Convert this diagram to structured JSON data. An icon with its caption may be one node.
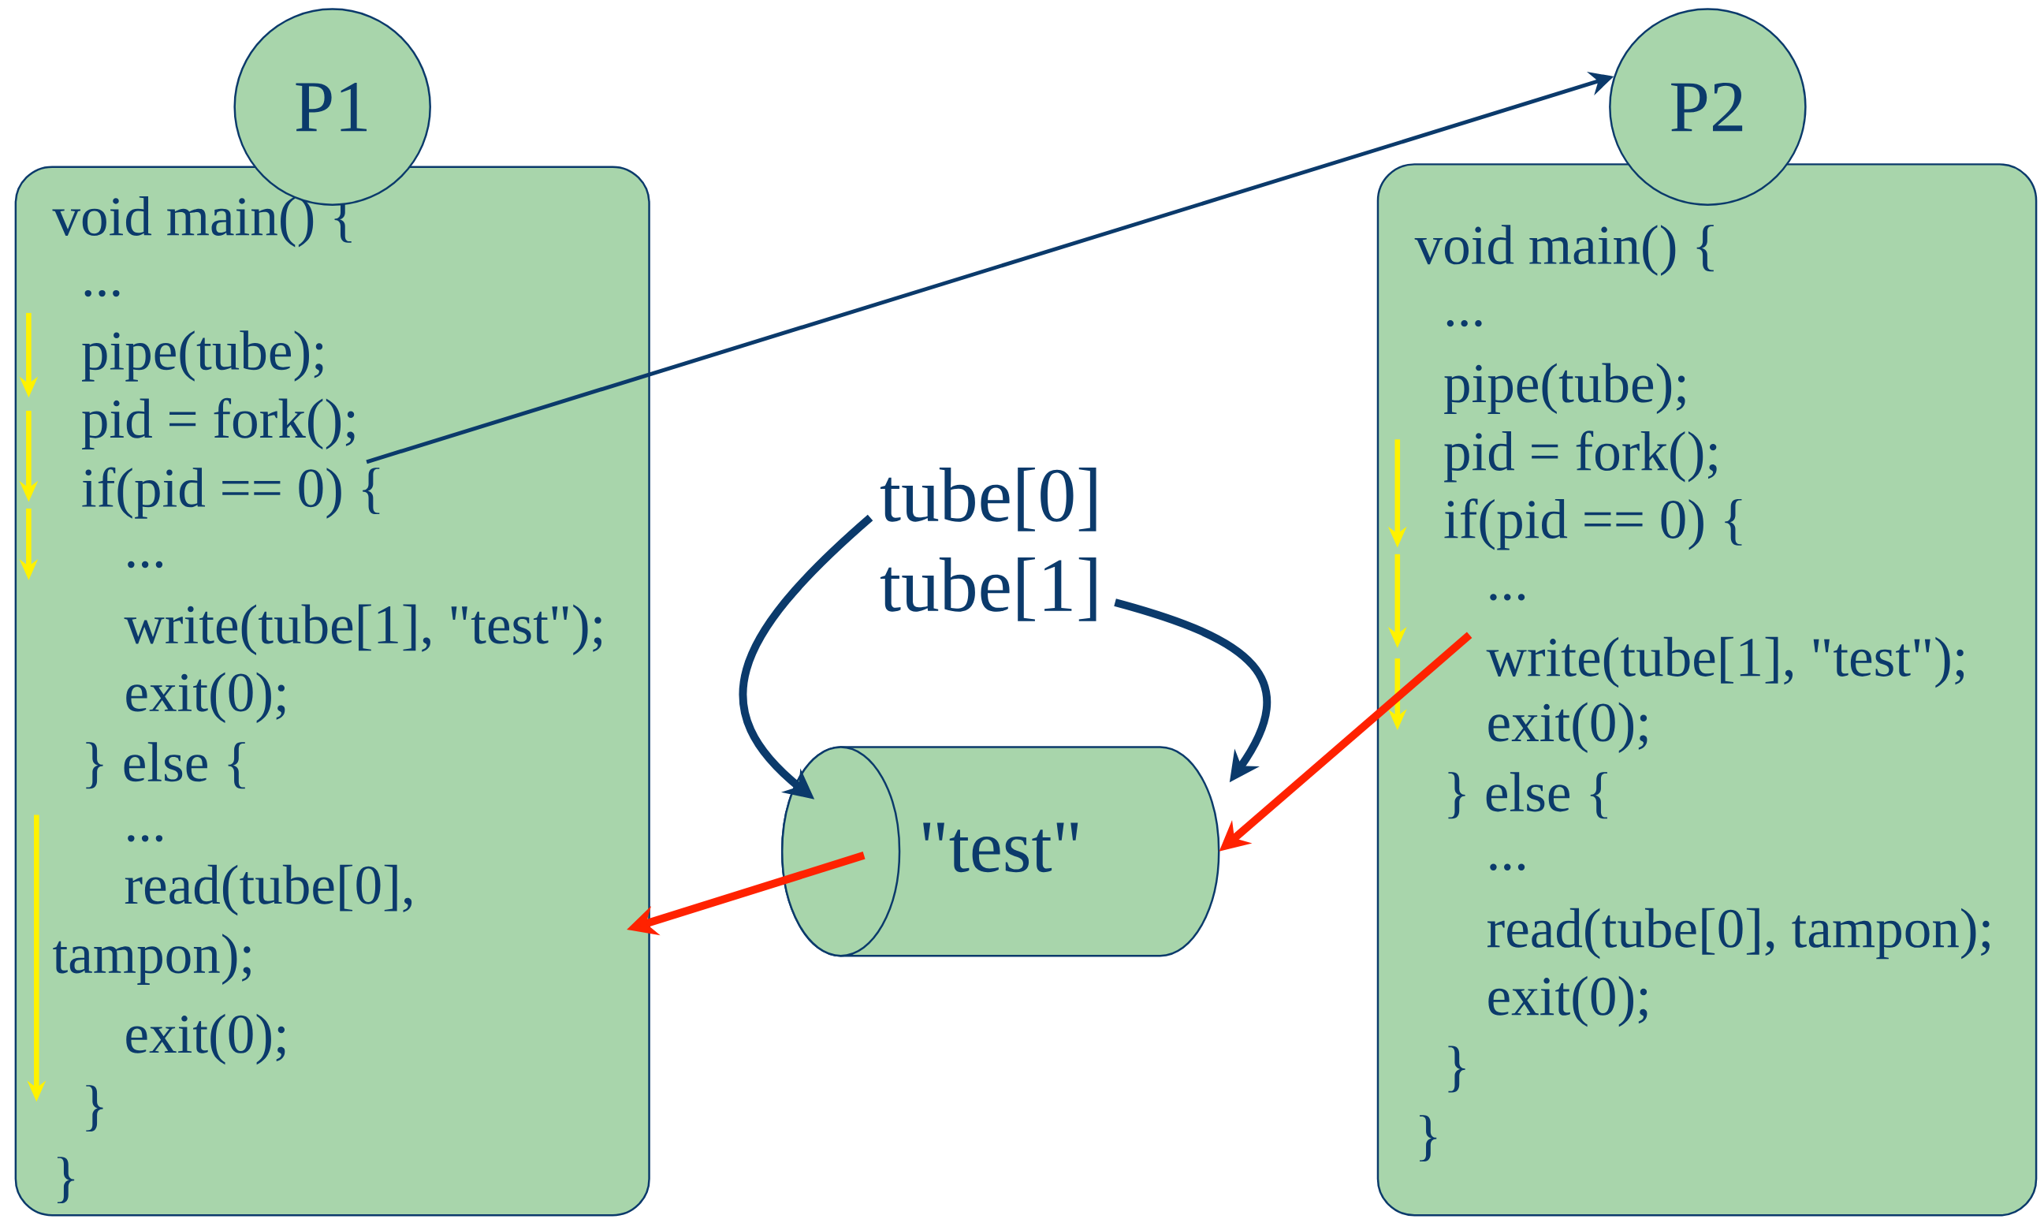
{
  "diagram": {
    "nodes": [
      {
        "text": [
          "P1"
        ]
      },
      {
        "text": [
          "void main() {",
          "...",
          "pipe(tube);",
          "pid = fork();",
          "if(pid == 0) {",
          "...",
          "write(tube[1], \"test\");",
          "exit(0);",
          "} else {",
          "...",
          "read(tube[0], tampon);",
          "exit(0);",
          "}",
          "}"
        ]
      },
      {
        "text": [
          "P2"
        ]
      },
      {
        "text": [
          "void main() {",
          "...",
          "pipe(tube);",
          "pid = fork();",
          "if(pid == 0) {",
          "...",
          "write(tube[1], \"test\");",
          "exit(0);",
          "} else {",
          "...",
          "read(tube[0], tampon);",
          "exit(0);",
          "}",
          "}"
        ]
      },
      {
        "text": [
          "\"test\""
        ]
      },
      {
        "text": [
          "tube[0]"
        ]
      },
      {
        "text": [
          "tube[1]"
        ]
      }
    ],
    "edges": [
      {
        "from": 1,
        "to": 2,
        "arrow": "to"
      },
      {
        "from": 5,
        "to": 4,
        "arrow": "to"
      },
      {
        "from": 6,
        "to": 4,
        "arrow": "to"
      },
      {
        "from": 3,
        "to": 4,
        "arrow": "to",
        "color": "#ff2200"
      },
      {
        "from": 4,
        "to": 1,
        "arrow": "to",
        "color": "#ff2200"
      }
    ]
  }
}
